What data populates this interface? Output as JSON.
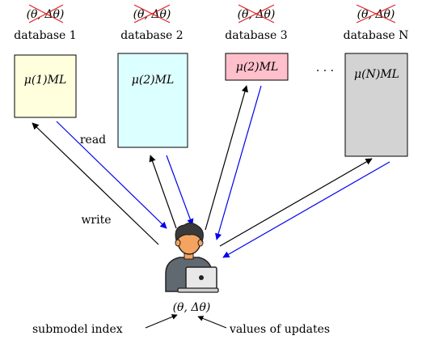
{
  "databases": [
    {
      "label": "database 1",
      "content": "μ(1)ML",
      "crossed_text": "(θ, Δθ)",
      "fill": "#ffffdd"
    },
    {
      "label": "database 2",
      "content": "μ(2)ML",
      "crossed_text": "(θ, Δθ)",
      "fill": "#dcffff"
    },
    {
      "label": "database 3",
      "content": "μ(2)ML",
      "crossed_text": "(θ, Δθ)",
      "fill": "#ffc0cb"
    },
    {
      "label": "database N",
      "content": "μ(N)ML",
      "crossed_text": "(θ, Δθ)",
      "fill": "#d3d3d3"
    }
  ],
  "ellipsis": "· · ·",
  "edge_labels": {
    "read": "read",
    "write": "write"
  },
  "user": {
    "query": "(θ, Δθ)"
  },
  "annotations": {
    "left": "submodel index",
    "right": "values of updates"
  },
  "colors": {
    "read_arrow": "#0000ee",
    "write_arrow": "#000000",
    "cross": "#e02020",
    "skin": "#f4a460",
    "hair": "#3a3a3a",
    "shirt": "#606870"
  }
}
